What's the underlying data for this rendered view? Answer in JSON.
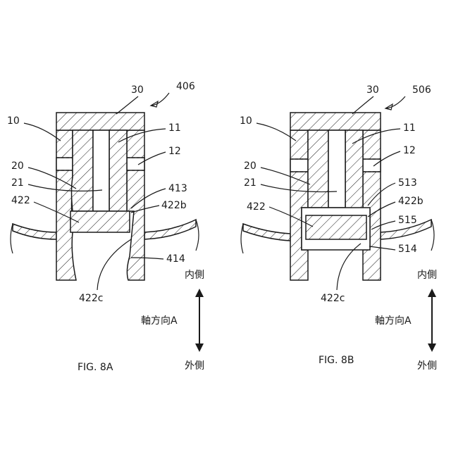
{
  "figure_a": {
    "ref_main": "406",
    "labels": {
      "l30": "30",
      "l10": "10",
      "l11": "11",
      "l12": "12",
      "l20": "20",
      "l21": "21",
      "l422": "422",
      "l413": "413",
      "l422b": "422b",
      "l414": "414",
      "l422c": "422c"
    },
    "caption": "FIG. 8A",
    "direction": {
      "inner": "内側",
      "axis": "軸方向A",
      "outer": "外側"
    }
  },
  "figure_b": {
    "ref_main": "506",
    "labels": {
      "l30": "30",
      "l10": "10",
      "l11": "11",
      "l12": "12",
      "l20": "20",
      "l21": "21",
      "l422": "422",
      "l513": "513",
      "l422b": "422b",
      "l515": "515",
      "l514": "514",
      "l422c": "422c"
    },
    "caption": "FIG. 8B",
    "direction": {
      "inner": "内側",
      "axis": "軸方向A",
      "outer": "外側"
    }
  }
}
